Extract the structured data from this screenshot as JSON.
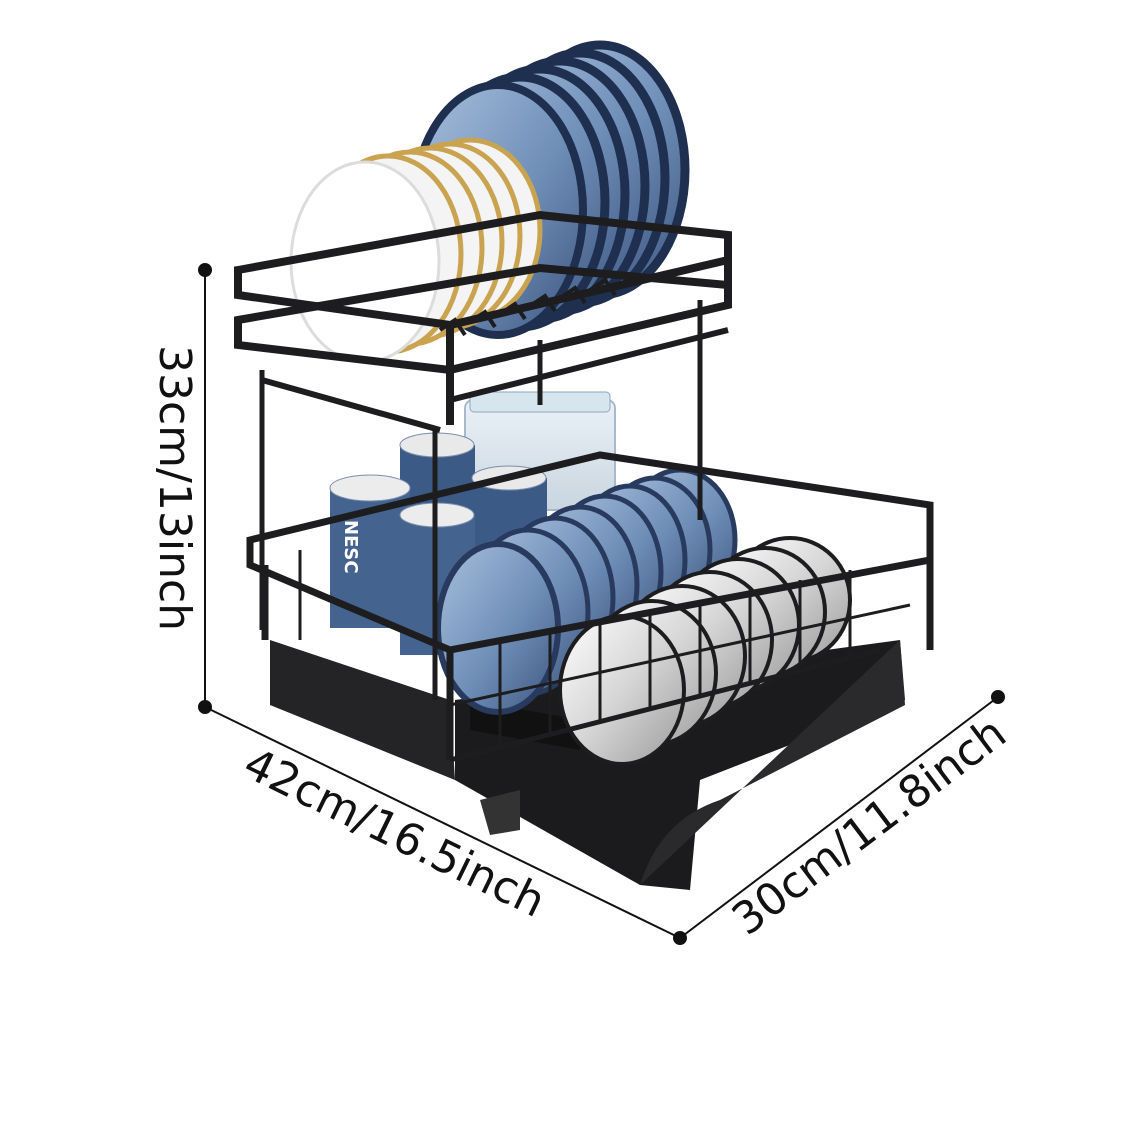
{
  "product": {
    "name_icon": "dish-drying-rack-icon",
    "cup_brand_text": "NESC"
  },
  "dimensions": {
    "height_label": "33cm/13inch",
    "width_label": "42cm/16.5inch",
    "depth_label": "30cm/11.8inch"
  },
  "colors": {
    "rack": "#1d1d1f",
    "dish_blue": "#6f8fb8",
    "dish_blue_dark": "#283a5e",
    "dish_white": "#f4f4f4",
    "gold_rim": "#c9a34f",
    "steel": "#d9d9d9"
  }
}
